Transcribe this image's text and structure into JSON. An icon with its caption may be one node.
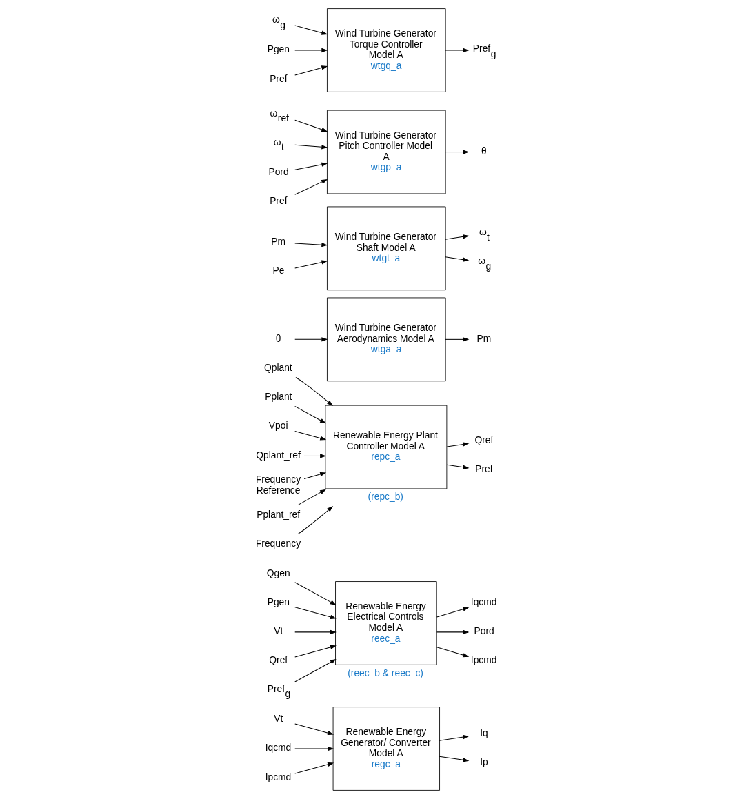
{
  "diagram": {
    "nodes": [
      {
        "text": [
          "Renewable Energy Generator/ Converter Model A",
          "regc_a"
        ]
      },
      {
        "text": [
          "Vt"
        ]
      },
      {
        "text": [
          "Iqcmd"
        ]
      },
      {
        "text": [
          "Ipcmd"
        ]
      },
      {
        "text": [
          "Iq"
        ]
      },
      {
        "text": [
          "Ip"
        ]
      },
      {
        "text": [
          "Renewable Energy Electrical Controls Model A",
          "reec_a"
        ],
        "beside": [
          "(reec_b & reec_c)"
        ]
      },
      {
        "text": [
          "Qgen"
        ]
      },
      {
        "text": [
          "Pgen"
        ]
      },
      {
        "text": [
          "Vt"
        ]
      },
      {
        "text": [
          "Qref"
        ]
      },
      {
        "text": [
          "Pref$_{g}$"
        ]
      },
      {
        "text": [
          "Iqcmd"
        ]
      },
      {
        "text": [
          "Pord"
        ]
      },
      {
        "text": [
          "Ipcmd"
        ]
      },
      {
        "text": [
          "Renewable Energy Plant Controller Model A",
          "repc_a"
        ],
        "beside": [
          "(repc_b)"
        ]
      },
      {
        "text": [
          "Qplant"
        ]
      },
      {
        "text": [
          "Pplant"
        ]
      },
      {
        "text": [
          "Vpoi"
        ]
      },
      {
        "text": [
          "Qplant_ref"
        ]
      },
      {
        "text": [
          "Frequency Reference"
        ]
      },
      {
        "text": [
          "Pplant_ref"
        ]
      },
      {
        "text": [
          "Frequency"
        ]
      },
      {
        "text": [
          "Qref"
        ]
      },
      {
        "text": [
          "Pref"
        ]
      },
      {
        "text": [
          "Wind Turbine Generator Aerodynamics Model A",
          "wtga_a"
        ]
      },
      {
        "text": [
          "θ"
        ]
      },
      {
        "text": [
          "Pm"
        ]
      },
      {
        "text": [
          "Wind Turbine Generator Shaft Model A",
          "wtgt_a"
        ]
      },
      {
        "text": [
          "Pm"
        ]
      },
      {
        "text": [
          "Pe"
        ]
      },
      {
        "text": [
          "ω$_{t}$"
        ]
      },
      {
        "text": [
          "ω$_{g}$"
        ]
      },
      {
        "text": [
          "Wind Turbine Generator Pitch Controller Model A",
          "wtgp_a"
        ]
      },
      {
        "text": [
          "ω$_{ref}$"
        ]
      },
      {
        "text": [
          "ω$_{t}$"
        ]
      },
      {
        "text": [
          "Pord"
        ]
      },
      {
        "text": [
          "Pref"
        ]
      },
      {
        "text": [
          "θ"
        ]
      },
      {
        "text": [
          "Wind Turbine Generator Torque Controller Model A",
          "wtgq_a"
        ]
      },
      {
        "text": [
          "ω$_{g}$"
        ]
      },
      {
        "text": [
          "Pgen"
        ]
      },
      {
        "text": [
          "Pref"
        ]
      },
      {
        "text": [
          "Pref$_{g}$"
        ]
      }
    ],
    "edges": [
      {
        "from": 1,
        "to": 0,
        "arrow": "to"
      },
      {
        "from": 2,
        "to": 0,
        "arrow": "to"
      },
      {
        "from": 3,
        "to": 0,
        "arrow": "to"
      },
      {
        "from": 0,
        "to": 4,
        "arrow": "to"
      },
      {
        "from": 0,
        "to": 5,
        "arrow": "to"
      },
      {
        "from": 7,
        "to": 6,
        "arrow": "to"
      },
      {
        "from": 8,
        "to": 6,
        "arrow": "to"
      },
      {
        "from": 9,
        "to": 6,
        "arrow": "to"
      },
      {
        "from": 10,
        "to": 6,
        "arrow": "to"
      },
      {
        "from": 11,
        "to": 6,
        "arrow": "to"
      },
      {
        "from": 6,
        "to": 12,
        "arrow": "to"
      },
      {
        "from": 6,
        "to": 13,
        "arrow": "to"
      },
      {
        "from": 6,
        "to": 14,
        "arrow": "to"
      },
      {
        "from": 16,
        "to": 15,
        "arrow": "to"
      },
      {
        "from": 17,
        "to": 15,
        "arrow": "to"
      },
      {
        "from": 18,
        "to": 15,
        "arrow": "to"
      },
      {
        "from": 19,
        "to": 15,
        "arrow": "to"
      },
      {
        "from": 20,
        "to": 15,
        "arrow": "to"
      },
      {
        "from": 21,
        "to": 15,
        "arrow": "to"
      },
      {
        "from": 22,
        "to": 15,
        "arrow": "to"
      },
      {
        "from": 15,
        "to": 23,
        "arrow": "to"
      },
      {
        "from": 15,
        "to": 24,
        "arrow": "to"
      },
      {
        "from": 26,
        "to": 25,
        "arrow": "to"
      },
      {
        "from": 25,
        "to": 27,
        "arrow": "to"
      },
      {
        "from": 29,
        "to": 28,
        "arrow": "to"
      },
      {
        "from": 30,
        "to": 28,
        "arrow": "to"
      },
      {
        "from": 28,
        "to": 31,
        "arrow": "to"
      },
      {
        "from": 28,
        "to": 32,
        "arrow": "to"
      },
      {
        "from": 34,
        "to": 33,
        "arrow": "to"
      },
      {
        "from": 35,
        "to": 33,
        "arrow": "to"
      },
      {
        "from": 36,
        "to": 33,
        "arrow": "to"
      },
      {
        "from": 37,
        "to": 33,
        "arrow": "to"
      },
      {
        "from": 33,
        "to": 38,
        "arrow": "to"
      },
      {
        "from": 40,
        "to": 39,
        "arrow": "to"
      },
      {
        "from": 41,
        "to": 39,
        "arrow": "to"
      },
      {
        "from": 42,
        "to": 39,
        "arrow": "to"
      },
      {
        "from": 39,
        "to": 43,
        "arrow": "to"
      }
    ]
  }
}
